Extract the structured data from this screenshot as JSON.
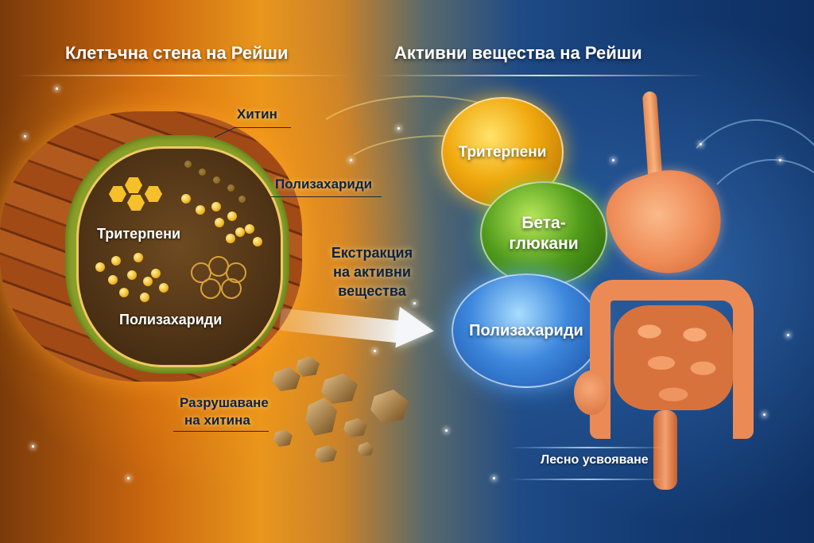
{
  "titles": {
    "left": "Клетъчна стена на Рейши",
    "right": "Активни вещества на Рейши"
  },
  "cell": {
    "inner_labels": {
      "triterpenes": "Тритерпени",
      "polysaccharides": "Полизахариди"
    },
    "callouts": {
      "chitin": "Хитин",
      "polysaccharides": "Полизахариди"
    },
    "debris_label_line1": "Разрушаване",
    "debris_label_line2": "на хитина"
  },
  "arrow": {
    "label_line1": "Екстракция",
    "label_line2": "на активни",
    "label_line3": "вещества"
  },
  "spheres": [
    {
      "label": "Тритерпени",
      "color": "#f0a80e"
    },
    {
      "label_line1": "Бета-",
      "label_line2": "глюкани",
      "color": "#4f9a1a"
    },
    {
      "label": "Полизахариди",
      "color": "#3e88dd"
    }
  ],
  "digestive": {
    "label": "Лесно усвояване"
  },
  "colors": {
    "left_bg": "#e8961c",
    "right_bg": "#133a72",
    "callout_text": "#0f2240"
  }
}
